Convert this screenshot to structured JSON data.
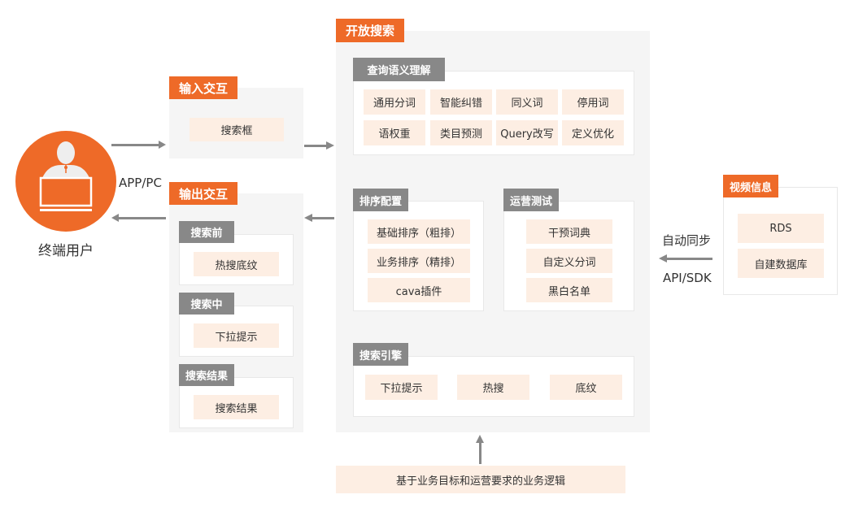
{
  "user": {
    "label": "终端用户",
    "channel": "APP/PC"
  },
  "input": {
    "title": "输入交互",
    "chip": "搜索框"
  },
  "output": {
    "title": "输出交互",
    "groups": [
      {
        "title": "搜索前",
        "chip": "热搜底纹"
      },
      {
        "title": "搜索中",
        "chip": "下拉提示"
      },
      {
        "title": "搜索结果",
        "chip": "搜索结果"
      }
    ]
  },
  "open_search": {
    "title": "开放搜索",
    "query": {
      "title": "查询语义理解",
      "chips": [
        "通用分词",
        "智能纠错",
        "同义词",
        "停用词",
        "语权重",
        "类目预测",
        "Query改写",
        "定义优化"
      ]
    },
    "ranking": {
      "title": "排序配置",
      "chips": [
        "基础排序（粗排）",
        "业务排序（精排）",
        "cava插件"
      ]
    },
    "ops": {
      "title": "运营测试",
      "chips": [
        "干预词典",
        "自定义分词",
        "黑白名单"
      ]
    },
    "engine": {
      "title": "搜索引擎",
      "chips": [
        "下拉提示",
        "热搜",
        "底纹"
      ]
    }
  },
  "business": "基于业务目标和运营要求的业务逻辑",
  "video": {
    "title": "视频信息",
    "chips": [
      "RDS",
      "自建数据库"
    ],
    "sync": "自动同步",
    "api": "API/SDK"
  },
  "colors": {
    "accent": "#ee6a28",
    "tag_gray": "#888888",
    "chip": "#fdeee3"
  }
}
